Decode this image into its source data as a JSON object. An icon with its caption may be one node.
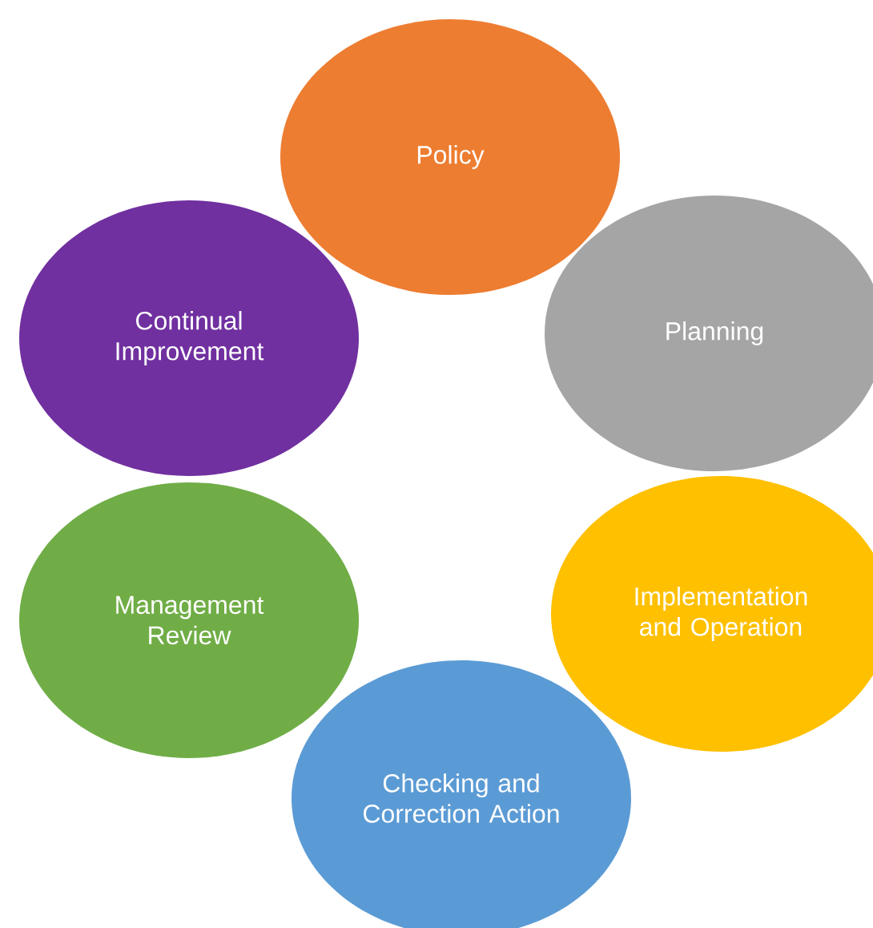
{
  "diagram": {
    "nodes": [
      {
        "text": [
          "Policy"
        ]
      },
      {
        "text": [
          "Planning"
        ]
      },
      {
        "text": [
          "Implementation and Operation"
        ]
      },
      {
        "text": [
          "Checking and Correction Action"
        ]
      },
      {
        "text": [
          "Management Review"
        ]
      },
      {
        "text": [
          "Continual Improvement"
        ]
      }
    ]
  }
}
